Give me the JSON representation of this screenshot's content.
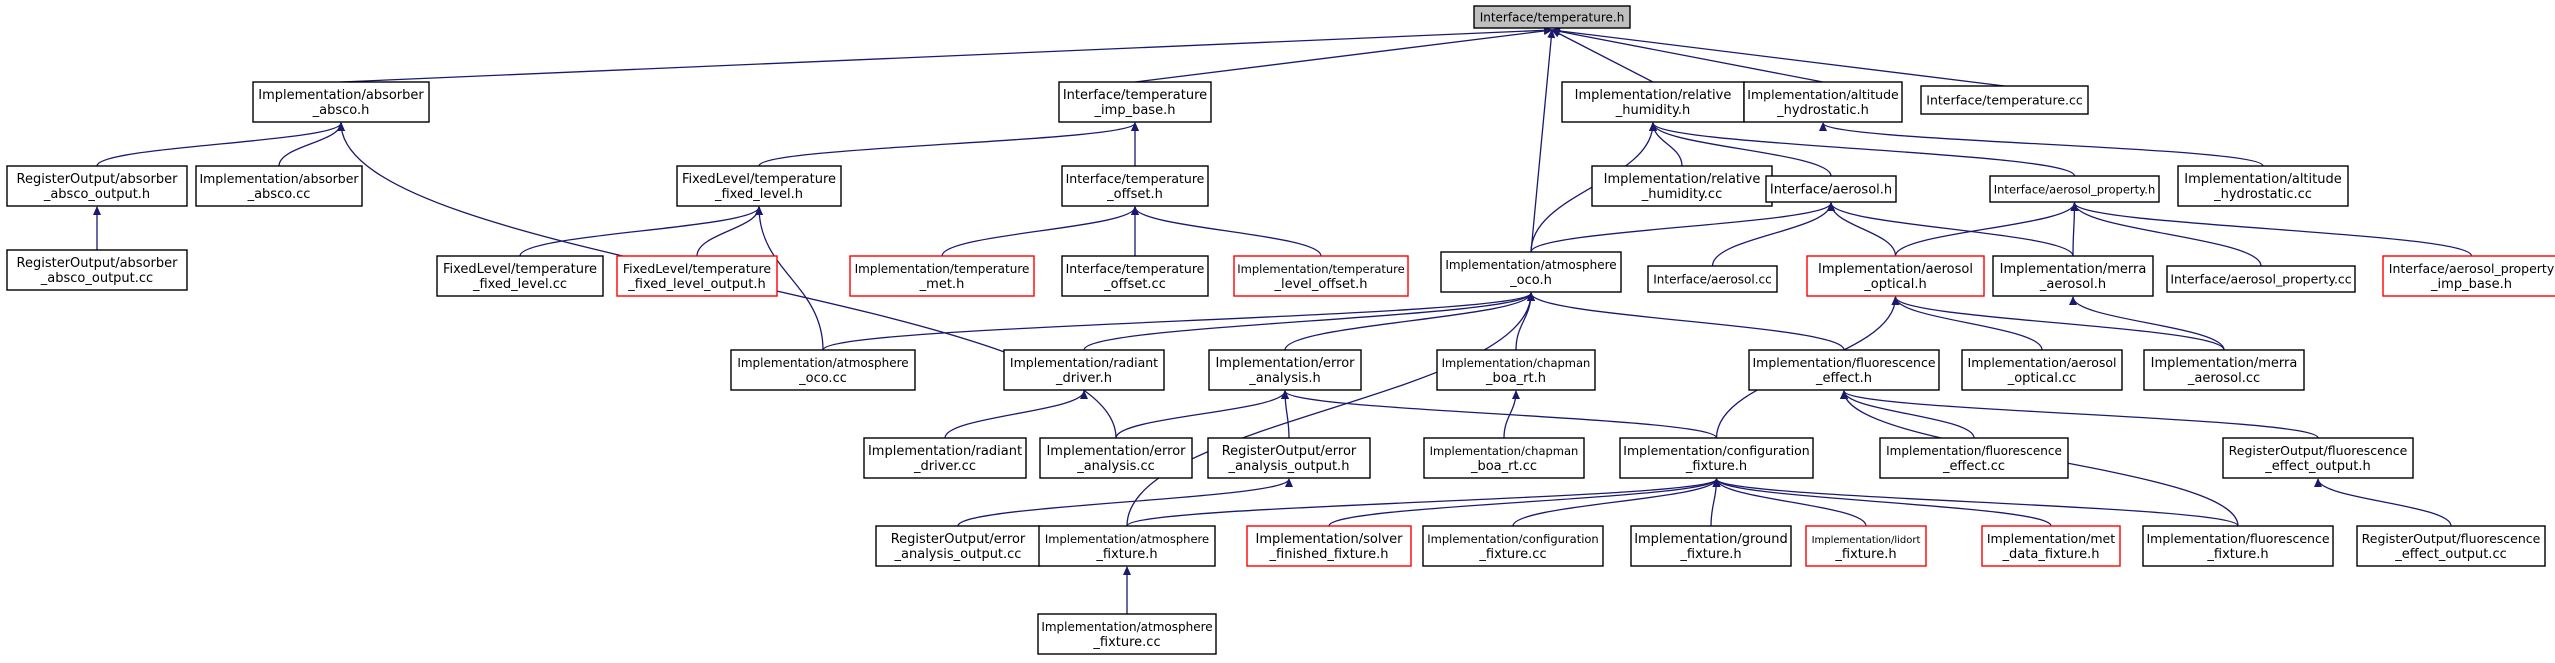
{
  "colors": {
    "edge": "#191970",
    "root_fill": "#bfbfbf",
    "node_fill": "#ffffff",
    "node_border": "#000000",
    "external_border": "#ff0000"
  },
  "nodes": {
    "root": "Interface/temperature.h",
    "abs_h": "Implementation/absorber _absco.h",
    "tib_h": "Interface/temperature _imp_base.h",
    "rh_h": "Implementation/relative _humidity.h",
    "alt_h": "Implementation/altitude _hydrostatic.h",
    "tcc": "Interface/temperature.cc",
    "rab_h": "RegisterOutput/absorber _absco_output.h",
    "abs_cc": "Implementation/absorber _absco.cc",
    "ftl_h": "FixedLevel/temperature _fixed_level.h",
    "toff_h": "Interface/temperature _offset.h",
    "rh_cc": "Implementation/relative _humidity.cc",
    "aer_h": "Interface/aerosol.h",
    "aprop_h": "Interface/aerosol_property.h",
    "alt_cc": "Implementation/altitude _hydrostatic.cc",
    "rab_cc": "RegisterOutput/absorber _absco_output.cc",
    "ftl_cc": "FixedLevel/temperature _fixed_level.cc",
    "ftlo_h": "FixedLevel/temperature _fixed_level_output.h",
    "tmet_h": "Implementation/temperature _met.h",
    "toff_cc": "Interface/temperature _offset.cc",
    "tlo_h": "Implementation/temperature _level_offset.h",
    "atm_h": "Implementation/atmosphere _oco.h",
    "aer_cc": "Interface/aerosol.cc",
    "aopt_h": "Implementation/aerosol _optical.h",
    "merra_h": "Implementation/merra _aerosol.h",
    "aprop_cc": "Interface/aerosol_property.cc",
    "apib_h": "Interface/aerosol_property _imp_base.h",
    "atm_cc": "Implementation/atmosphere _oco.cc",
    "rad_h": "Implementation/radiant _driver.h",
    "err_h": "Implementation/error _analysis.h",
    "cbr_h": "Implementation/chapman _boa_rt.h",
    "flu_h": "Implementation/fluorescence _effect.h",
    "aopt_cc": "Implementation/aerosol _optical.cc",
    "merra_cc": "Implementation/merra _aerosol.cc",
    "rad_cc": "Implementation/radiant _driver.cc",
    "err_cc": "Implementation/error _analysis.cc",
    "reo_h": "RegisterOutput/error _analysis_output.h",
    "cbr_cc": "Implementation/chapman _boa_rt.cc",
    "cfg_h": "Implementation/configuration _fixture.h",
    "flu_cc": "Implementation/fluorescence _effect.cc",
    "rflu_h": "RegisterOutput/fluorescence _effect_output.h",
    "reo_cc": "RegisterOutput/error _analysis_output.cc",
    "atmf_h": "Implementation/atmosphere _fixture.h",
    "solv_h": "Implementation/solver _finished_fixture.h",
    "cfg_cc": "Implementation/configuration _fixture.cc",
    "gnd_h": "Implementation/ground _fixture.h",
    "lid_h": "Implementation/lidort _fixture.h",
    "met_h": "Implementation/met _data_fixture.h",
    "fluf_h": "Implementation/fluorescence _fixture.h",
    "rflu_cc": "RegisterOutput/fluorescence _effect_output.cc",
    "atmf_cc": "Implementation/atmosphere _fixture.cc"
  }
}
